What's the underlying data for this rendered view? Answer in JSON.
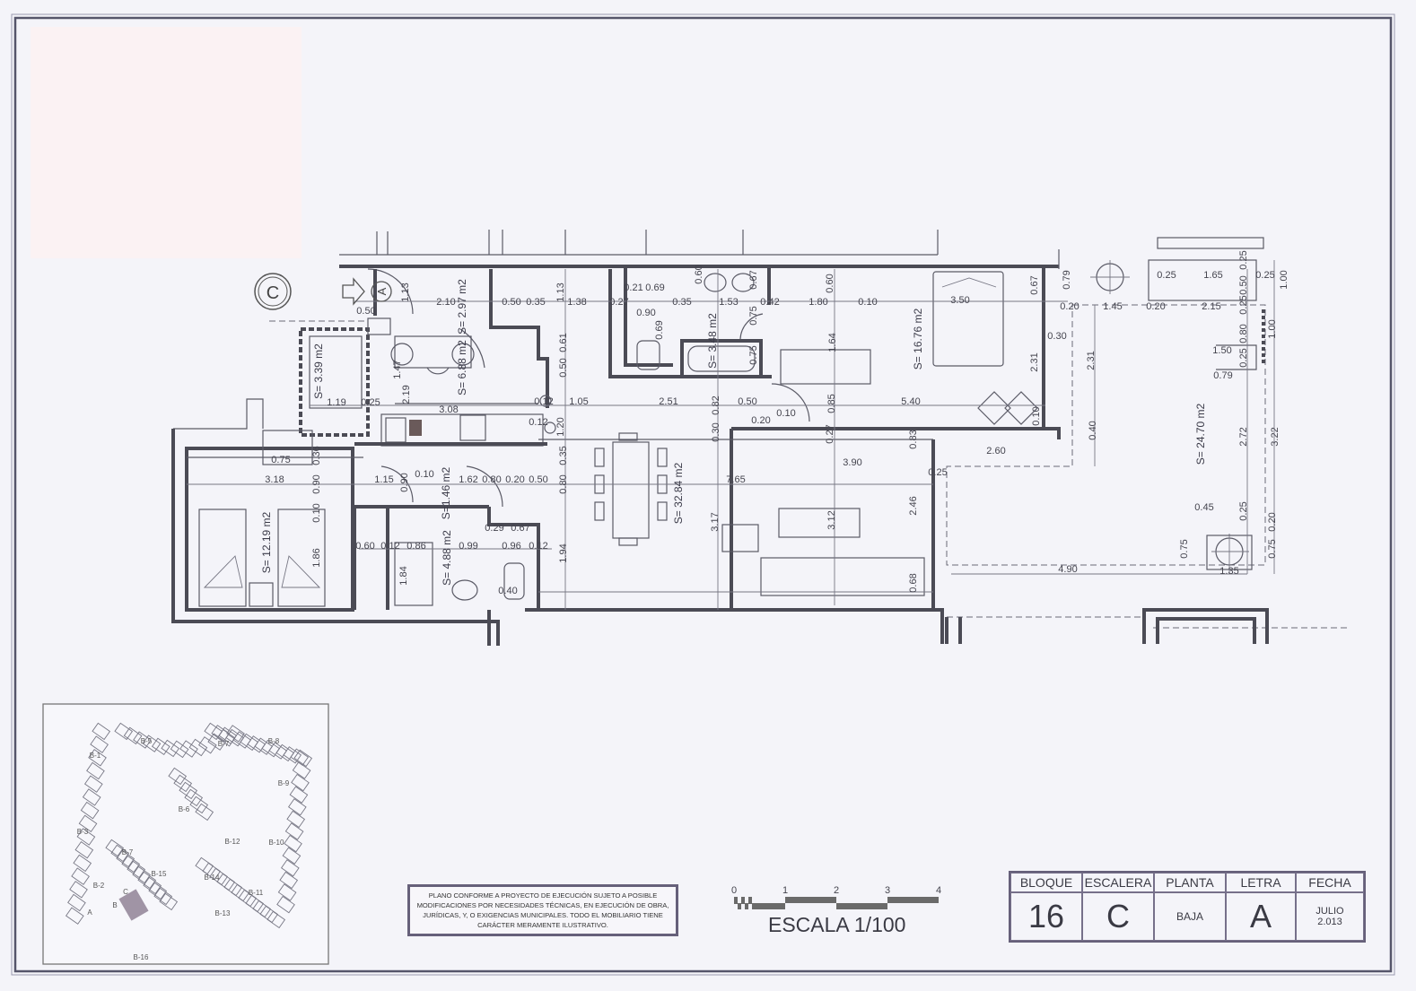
{
  "plan": {
    "entrance_marker": "A",
    "stair_marker": "C",
    "rooms": [
      {
        "label": "S= 2.97 m2"
      },
      {
        "label": "S= 3.39 m2"
      },
      {
        "label": "S= 6.88 m2"
      },
      {
        "label": "S= 3.48 m2"
      },
      {
        "label": "S= 16.76 m2"
      },
      {
        "label": "S= 32.84 m2"
      },
      {
        "label": "S= 12.19 m2"
      },
      {
        "label": "S=1.46 m2"
      },
      {
        "label": "S= 4.88 m2"
      },
      {
        "label": "S= 24.70 m2"
      }
    ],
    "dimensions": [
      "0.50",
      "1.13",
      "2.10",
      "0.50",
      "0.35",
      "1.13",
      "1.38",
      "0.27",
      "0.21",
      "0.69",
      "0.90",
      "0.69",
      "0.35",
      "1.53",
      "0.60",
      "0.67",
      "0.42",
      "1.80",
      "0.60",
      "0.10",
      "3.50",
      "0.67",
      "0.79",
      "1.47",
      "2.19",
      "0.61",
      "0.50",
      "1.19",
      "0.25",
      "3.08",
      "0.12",
      "1.05",
      "2.51",
      "0.82",
      "0.50",
      "0.85",
      "5.40",
      "1.64",
      "0.75",
      "0.75",
      "0.10",
      "0.20",
      "0.30",
      "0.27",
      "2.31",
      "2.31",
      "0.30",
      "0.40",
      "0.10",
      "0.12",
      "1.20",
      "0.35",
      "0.80",
      "3.90",
      "0.83",
      "2.60",
      "0.25",
      "0.75",
      "0.36",
      "3.18",
      "0.90",
      "0.10",
      "1.15",
      "0.90",
      "0.10",
      "1.62",
      "0.80",
      "0.20",
      "0.50",
      "7.65",
      "1.86",
      "0.60",
      "0.12",
      "0.86",
      "0.99",
      "0.29",
      "0.67",
      "0.96",
      "0.12",
      "1.84",
      "0.40",
      "1.94",
      "3.17",
      "3.12",
      "2.46",
      "0.68",
      "0.25",
      "1.65",
      "0.25",
      "0.50",
      "0.25",
      "1.00",
      "0.20",
      "1.45",
      "0.20",
      "2.15",
      "0.25",
      "0.80",
      "1.00",
      "1.50",
      "0.25",
      "0.79",
      "2.72",
      "3.22",
      "0.45",
      "0.25",
      "0.20",
      "0.75",
      "0.75",
      "4.90",
      "1.35"
    ]
  },
  "site_plan": {
    "blocks": [
      "B-1",
      "B-5",
      "B-7",
      "B-8",
      "B-9",
      "B-6",
      "B-3",
      "B-7",
      "B-15",
      "B-2",
      "B-12",
      "B-10",
      "B-14",
      "B-11",
      "B-13",
      "B-16"
    ],
    "stairs": [
      "A",
      "B",
      "C"
    ]
  },
  "notice": {
    "text": "PLANO CONFORME A PROYECTO DE EJECUCIÓN SUJETO A POSIBLE MODIFICACIONES POR NECESIDADES TÉCNICAS, EN EJECUCIÓN DE OBRA, JURÍDICAS, Y, O EXIGENCIAS MUNICIPALES. TODO EL MOBILIARIO TIENE CARÁCTER MERAMENTE ILUSTRATIVO."
  },
  "scale": {
    "ticks": [
      "0",
      "1",
      "2",
      "3",
      "4"
    ],
    "label": "ESCALA 1/100"
  },
  "title_block": {
    "headers": [
      "BLOQUE",
      "ESCALERA",
      "PLANTA",
      "LETRA",
      "FECHA"
    ],
    "bloque": "16",
    "escalera": "C",
    "planta": "BAJA",
    "letra": "A",
    "fecha_line1": "JULIO",
    "fecha_line2": "2.013"
  }
}
